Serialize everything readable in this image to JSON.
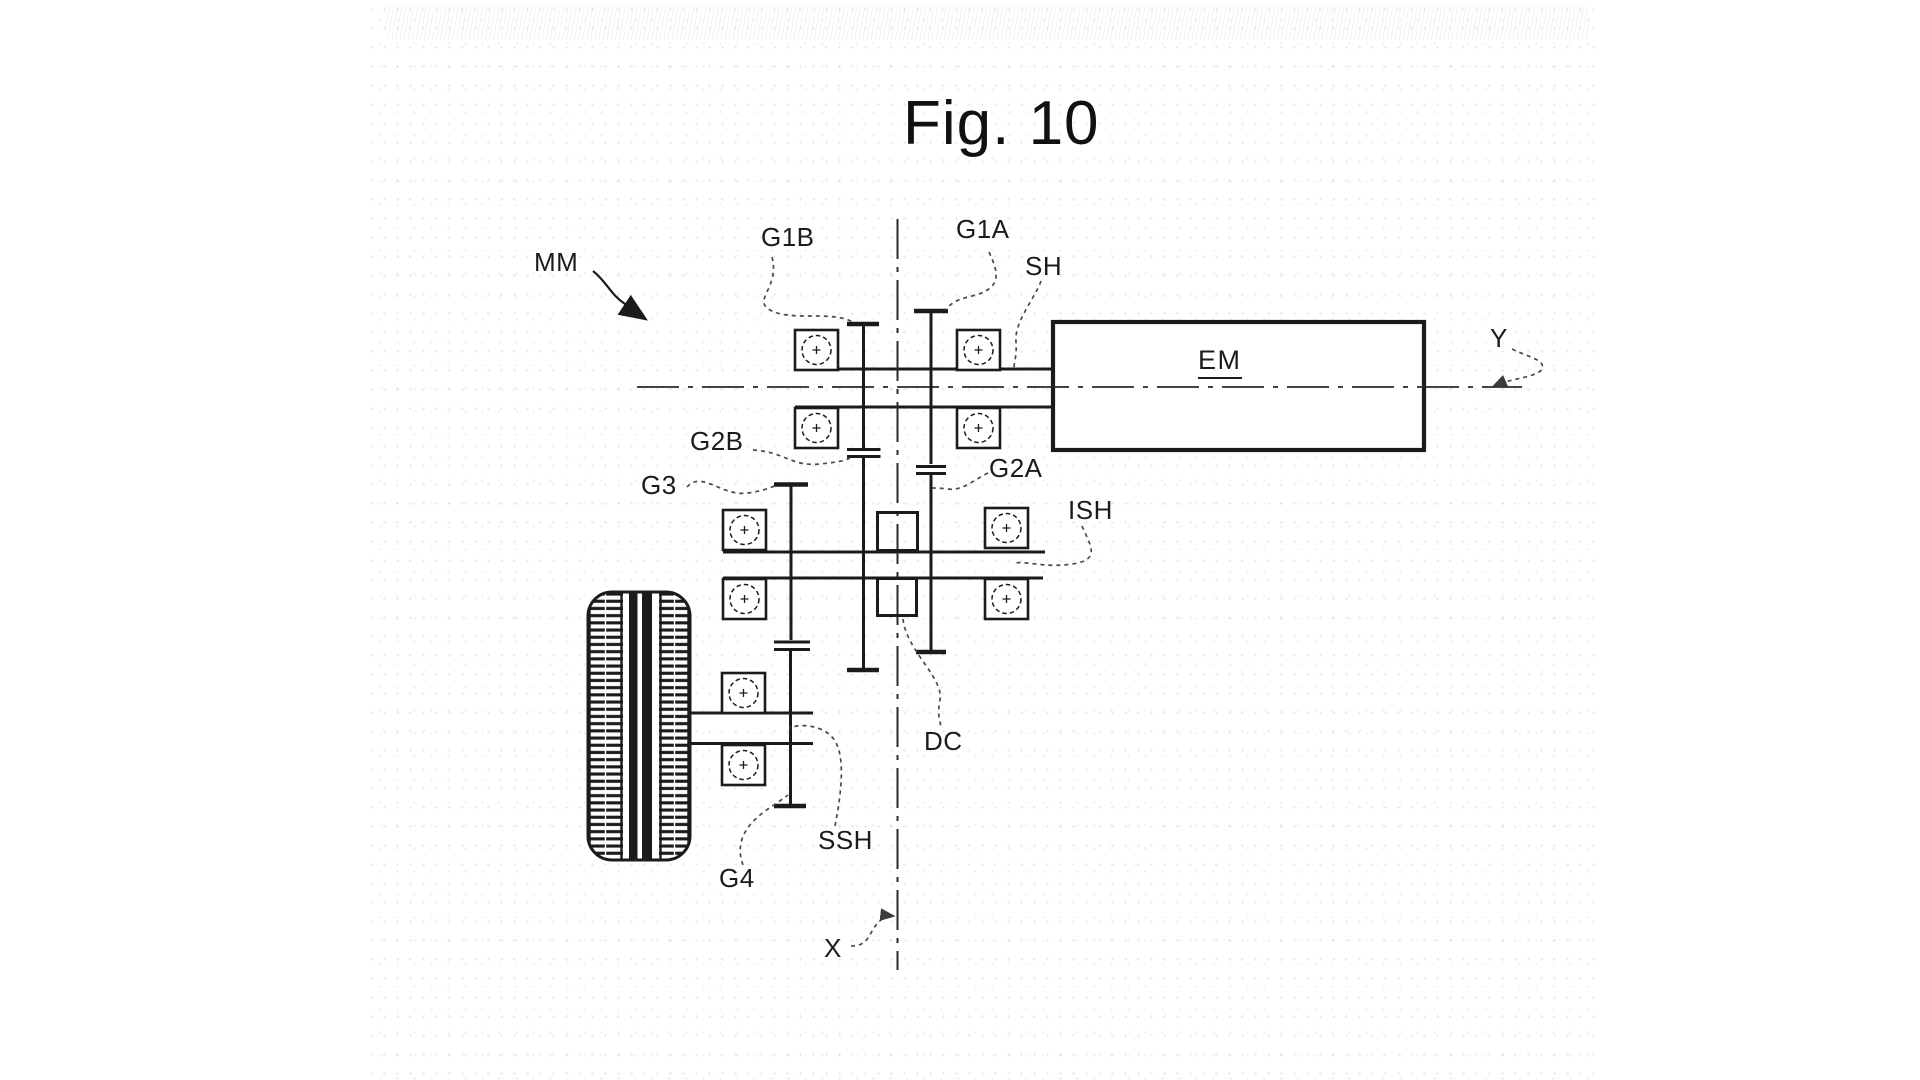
{
  "figure_title": "Fig. 10",
  "labels": {
    "mm": "MM",
    "g1b": "G1B",
    "g1a": "G1A",
    "sh": "SH",
    "em": "EM",
    "y_axis": "Y",
    "g2b": "G2B",
    "g3": "G3",
    "g2a": "G2A",
    "ish": "ISH",
    "dc": "DC",
    "ssh": "SSH",
    "g4": "G4",
    "x_axis": "X"
  },
  "colors": {
    "ink": "#1b1b1b",
    "paper": "#ffffff",
    "leader": "#4a4a4a"
  }
}
